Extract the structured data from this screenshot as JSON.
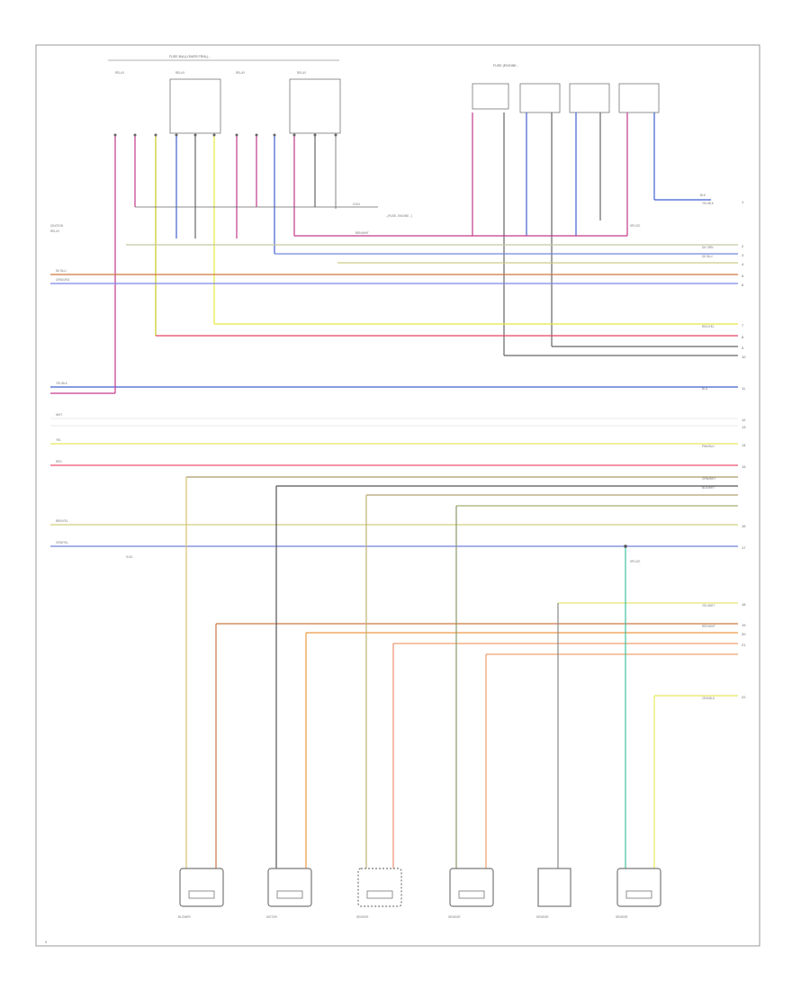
{
  "top_labels": {
    "left_header": "FUSE B/A (LOWER FRNL)...",
    "right_header": "FUSE (ENGINE...",
    "fuse_label_1": "IGNITION",
    "fuse_label_2": "FUSE (ENGINE...",
    "fuse_label_3": "FUSE (ENGINE...",
    "note_label": "...(FUSE, ENGINE...)"
  },
  "sensors": [
    {
      "name": "BLOWER",
      "caption": ""
    },
    {
      "name": "MOTOR",
      "caption": ""
    },
    {
      "name": "SENSOR",
      "caption": ""
    },
    {
      "name": "SENSOR",
      "caption": ""
    },
    {
      "name": "SENSOR",
      "caption": ""
    },
    {
      "name": "SENSOR",
      "caption": ""
    }
  ],
  "wire_labels_right": [
    "YEL/BLK",
    "DK GRN",
    "DK BLU",
    "RED/YEL",
    "BLU",
    "PNK/BLU",
    "GRN/WHT",
    "BLK/WHT",
    "YEL/WHT",
    "RED/WHT",
    "ORG/BLK"
  ],
  "wire_labels_left": [
    "DK BLU",
    "GRN/ORG",
    "YEL/BLK",
    "RED",
    "WHT",
    "BRN/YEL",
    "YEL",
    "GRN/YEL"
  ],
  "page_number": "2"
}
